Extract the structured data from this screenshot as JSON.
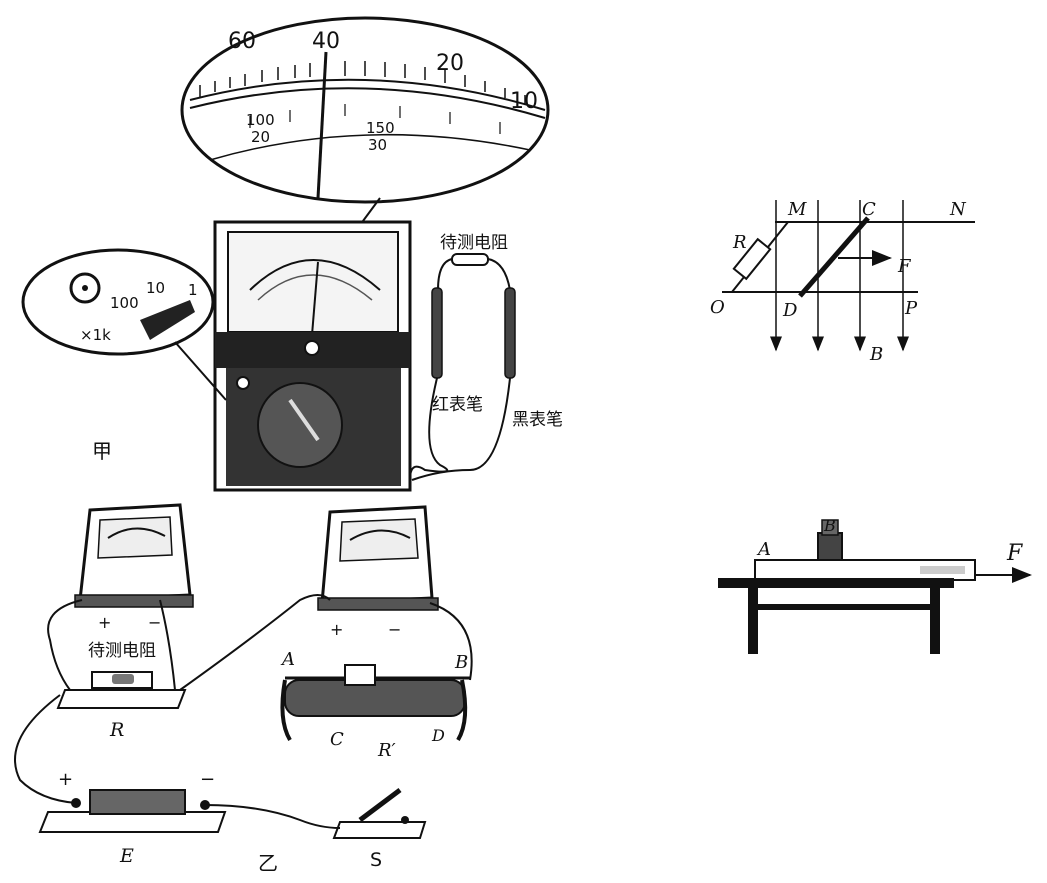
{
  "fig_jia": {
    "caption": "甲",
    "scale_top": [
      "60",
      "40",
      "20",
      "10"
    ],
    "scale_mid": [
      "100",
      "150"
    ],
    "scale_mid2": [
      "20",
      "30"
    ],
    "selector_labels": [
      "10",
      "1",
      "100",
      "×1k"
    ],
    "resistor_label": "待测电阻",
    "red_probe": "红表笔",
    "black_probe": "黑表笔"
  },
  "fig_yi": {
    "caption": "乙",
    "meter1_plus": "+",
    "meter1_minus": "−",
    "meter2_plus": "+",
    "meter2_minus": "−",
    "resistor_label": "待测电阻",
    "R": "R",
    "A": "A",
    "B": "B",
    "C": "C",
    "D": "D",
    "Rprime": "R′",
    "battery_plus": "+",
    "battery_minus": "−",
    "E": "E",
    "S": "S"
  },
  "fig_rails": {
    "R": "R",
    "M": "M",
    "C": "C",
    "N": "N",
    "F": "F",
    "O": "O",
    "D": "D",
    "P": "P",
    "B": "B"
  },
  "fig_table": {
    "A": "A",
    "B": "B",
    "F": "F"
  }
}
